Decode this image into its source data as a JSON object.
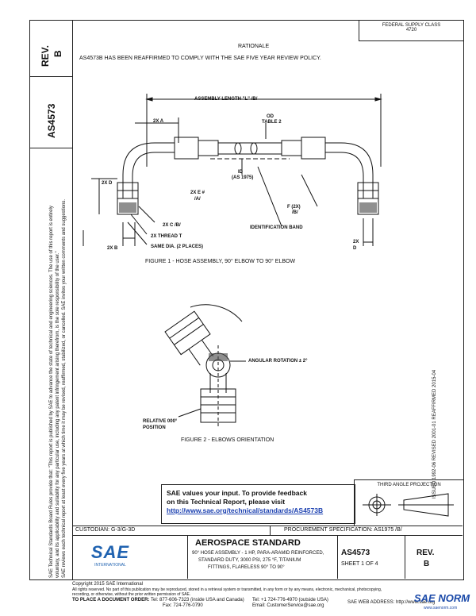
{
  "header": {
    "fed_supply": "FEDERAL SUPPLY CLASS",
    "fed_supply_num": "4720",
    "rationale_title": "RATIONALE",
    "rationale_text": "AS4573B HAS BEEN REAFFIRMED TO COMPLY WITH THE SAE FIVE YEAR REVIEW POLICY."
  },
  "left_column": {
    "rev_label": "REV.",
    "rev_value": "B",
    "doc_number": "AS4573",
    "disclaimer_1": "SAE Technical Standards Board Rules provide that: \"This report is published by SAE to advance the state of technical and engineering sciences. The use of this report is entirely",
    "disclaimer_2": "voluntary, and its applicability and suitability for any particular use, including any patent infringement arising therefrom, is the sole responsibility of the user.\"",
    "disclaimer_3": "SAE reviews each technical report at least every five years at which time it may be revised, reaffirmed, stabilized, or cancelled. SAE invites your written comments and suggestions."
  },
  "figure1": {
    "assembly_length": "ASSEMBLY LENGTH \"L\" /B/",
    "dim_2xa": "2X A",
    "dim_od": "OD",
    "dim_table2": "TABLE 2",
    "dim_id": "ID",
    "dim_as1975": "(AS 1975)",
    "dim_2xe": "2X E #",
    "dim_a": "/A/",
    "dim_2xd_left": "2X D",
    "dim_2xc": "2X C /B/",
    "dim_2xthread": "2X THREAD T",
    "dim_2xb": "2X B",
    "dim_same_dia": "SAME DIA. (2 PLACES)",
    "dim_f": "F (2X)",
    "dim_f_sub": "/B/",
    "ident_band": "IDENTIFICATION BAND",
    "dim_2xd_right": "2X",
    "dim_d_right": "D",
    "caption": "FIGURE 1 - HOSE ASSEMBLY, 90° ELBOW TO 90° ELBOW"
  },
  "figure2": {
    "angular": "ANGULAR ROTATION ± 2°",
    "relative": "RELATIVE 000°",
    "position": "POSITION",
    "caption": "FIGURE 2 - ELBOWS ORIENTATION"
  },
  "right_margin": {
    "text": "ISSUED 1992-06   REVISED 2001-01   REAFFIRMED 2015-04"
  },
  "feedback": {
    "line1": "SAE values your input. To provide feedback",
    "line2": "on this Technical Report, please visit",
    "link": "http://www.sae.org/technical/standards/AS4573B"
  },
  "projection": {
    "label": "THIRD ANGLE PROJECTION"
  },
  "title_block": {
    "custodian": "CUSTODIAN: G-3/G-3D",
    "procurement": "PROCUREMENT SPECIFICATION: AS1975 /B/",
    "standard": "AEROSPACE STANDARD",
    "title_1": "90° HOSE ASSEMBLY - 1 HP, PARA-ARAMID REINFORCED,",
    "title_2": "STANDARD DUTY, 3000 PSI, 275 °F, TITANIUM",
    "title_3": "FITTINGS, FLARELESS 90° TO 90°",
    "doc_number": "AS4573",
    "sheet": "SHEET 1 OF 4",
    "rev_label": "REV.",
    "rev_value": "B",
    "logo_text": "SAE",
    "logo_sub": "INTERNATIONAL"
  },
  "footer": {
    "copyright": "Copyright 2015 SAE International",
    "rights": "All rights reserved. No part of this publication may be reproduced, stored in a retrieval system or transmitted, in any form or by any means, electronic, mechanical, photocopying,",
    "rights2": "recording, or otherwise, without the prior written permission of SAE.",
    "order": "TO PLACE A DOCUMENT ORDER:",
    "tel1": "Tel: 877-606-7323 (inside USA and Canada)",
    "tel2": "Tel: +1 724-776-4970 (outside USA)",
    "fax": "Fax: 724-776-0790",
    "email": "Email: CustomerService@sae.org",
    "web": "SAE WEB ADDRESS: http://www.sae.org",
    "watermark": "SAE NORM",
    "watermark_sub": "www.saenorm.com"
  }
}
